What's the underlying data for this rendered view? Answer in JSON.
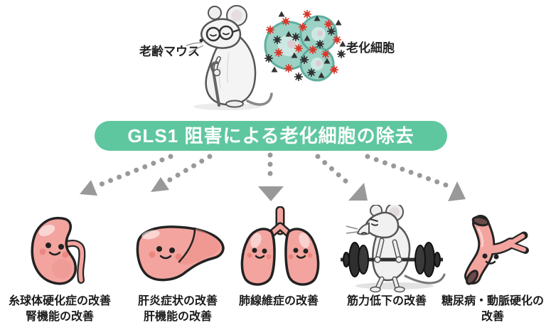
{
  "top": {
    "mouse_label": "老齢マウス",
    "cells_label": "老化細胞"
  },
  "banner": {
    "label": "GLS1 阻害による老化細胞の除去",
    "color": "#5fc7a0",
    "text_color": "#ffffff"
  },
  "arrows": {
    "count": 5,
    "style": "dotted",
    "color": "#999999"
  },
  "outcomes": [
    {
      "icon": "kidney-icon",
      "line1": "糸球体硬化症の改善",
      "line2": "腎機能の改善"
    },
    {
      "icon": "liver-icon",
      "line1": "肝炎症状の改善",
      "line2": "肝機能の改善"
    },
    {
      "icon": "lungs-icon",
      "line1": "肺線維症の改善",
      "line2": ""
    },
    {
      "icon": "weightlifting-mouse-icon",
      "line1": "筋力低下の改善",
      "line2": ""
    },
    {
      "icon": "blood-vessel-icon",
      "line1": "糖尿病・動脈硬化の",
      "line2": "改善"
    }
  ],
  "colors": {
    "organ_pink": "#f3a49e",
    "organ_outline": "#222222",
    "cell_teal": "#9cd2c6",
    "spot_red": "#d93a2f",
    "spot_black": "#333333",
    "arrow_gray": "#999999"
  }
}
